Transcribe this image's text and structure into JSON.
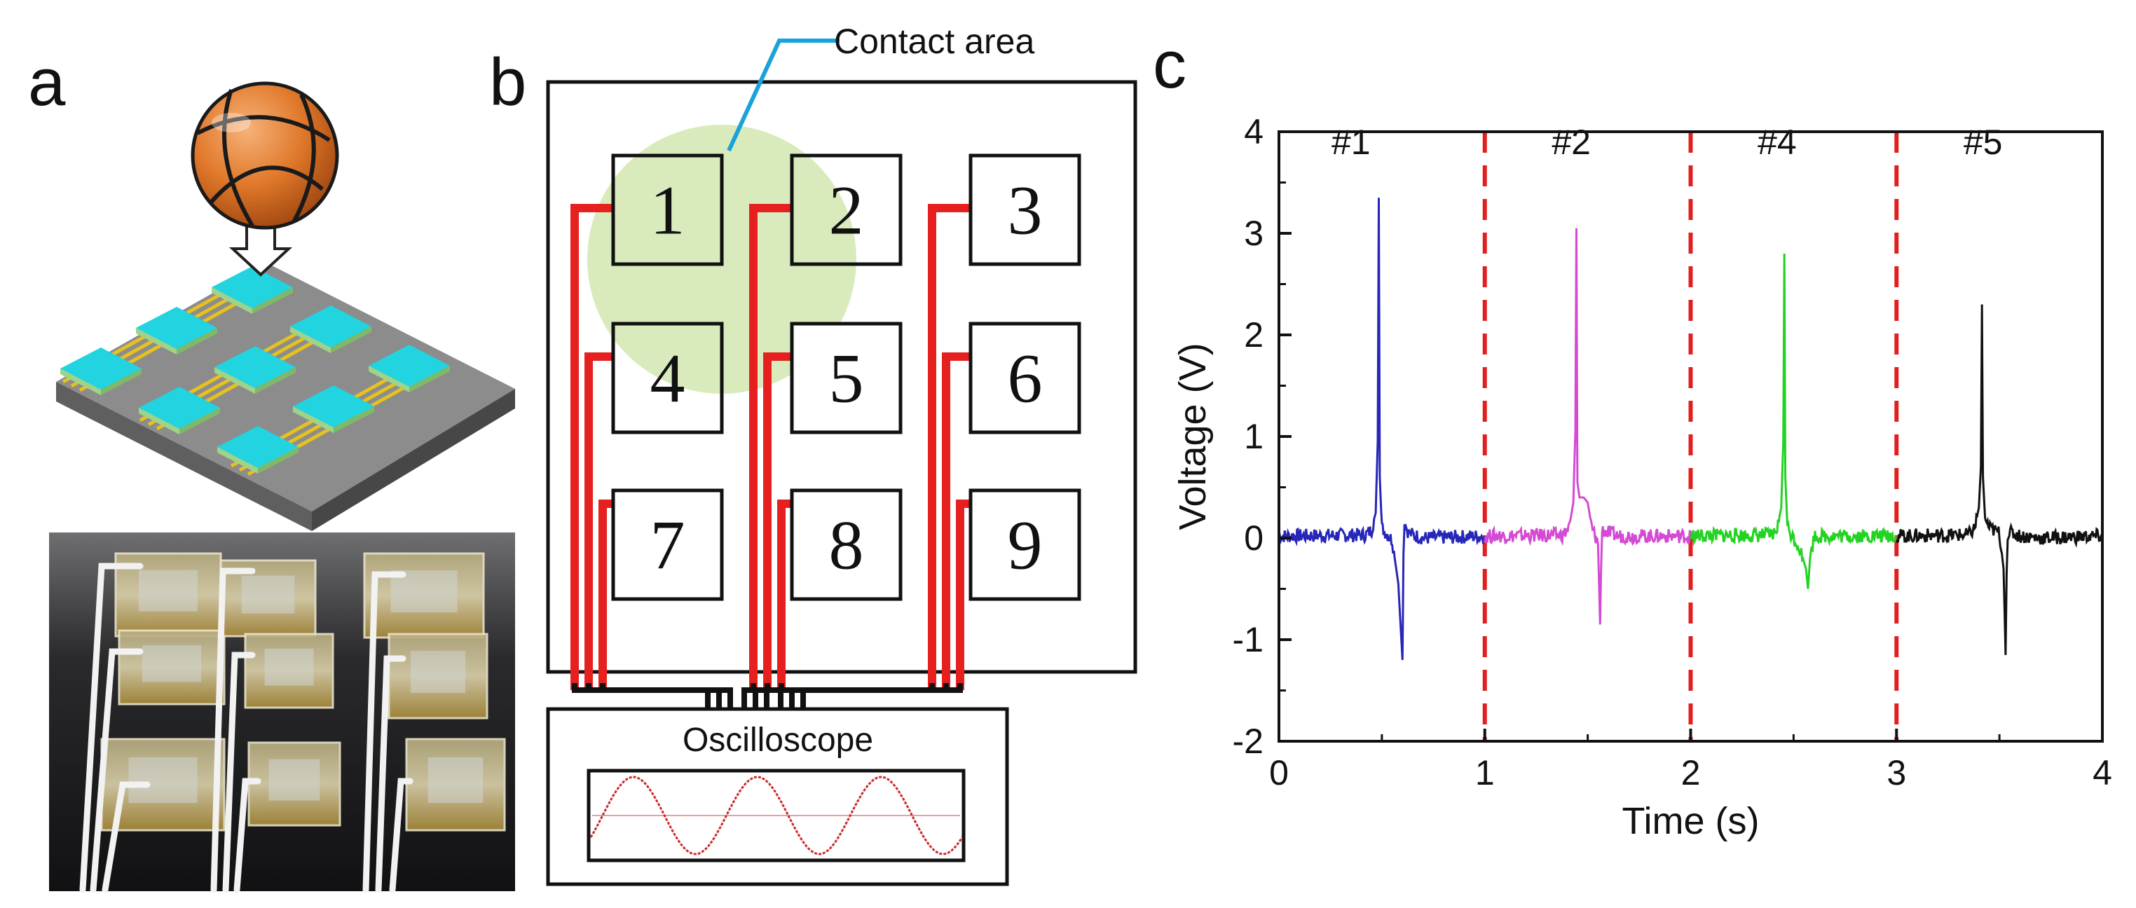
{
  "panels": {
    "a": {
      "letter": "a",
      "pad_labels": []
    },
    "b": {
      "letter": "b",
      "contact_label": "Contact area",
      "cells": [
        "1",
        "2",
        "3",
        "4",
        "5",
        "6",
        "7",
        "8",
        "9"
      ],
      "oscilloscope_label": "Oscilloscope"
    },
    "c": {
      "letter": "c"
    }
  },
  "colors": {
    "wire": "#e5201f",
    "contact_area": "#d9ebbd",
    "callout_line": "#1aa3d9",
    "pad": "#22d3e0",
    "pad_edge": "#9fd38a",
    "substrate": "#8a8a8a",
    "trace": "#e6c21e",
    "ball": "#e0782a",
    "divider": "#e02020",
    "series_1": "#2626b8",
    "series_2": "#d44ad4",
    "series_4": "#22d322",
    "series_5": "#111111",
    "sine": "#cc2b2b"
  },
  "chart_data": {
    "type": "line",
    "title": "",
    "xlabel": "Time (s)",
    "ylabel": "Voltage (V)",
    "xlim": [
      0,
      4
    ],
    "ylim": [
      -2,
      4
    ],
    "xticks": [
      0,
      1,
      2,
      3,
      4
    ],
    "yticks": [
      -2,
      -1,
      0,
      1,
      2,
      3,
      4
    ],
    "grid": false,
    "legend": "none",
    "dividers_x": [
      1,
      2,
      3
    ],
    "segment_labels": [
      {
        "text": "#1",
        "x": 0.35,
        "y": 3.78
      },
      {
        "text": "#2",
        "x": 1.42,
        "y": 3.78
      },
      {
        "text": "#4",
        "x": 2.42,
        "y": 3.78
      },
      {
        "text": "#5",
        "x": 3.42,
        "y": 3.78
      }
    ],
    "series": [
      {
        "color": "#2626b8",
        "x": [
          0.0,
          0.42,
          0.45,
          0.47,
          0.48,
          0.485,
          0.49,
          0.5,
          0.52,
          0.55,
          0.58,
          0.6,
          0.605,
          0.61,
          0.63,
          0.67,
          0.7,
          1.0
        ],
        "y": [
          0.02,
          0.03,
          0.08,
          0.25,
          0.95,
          3.35,
          0.6,
          0.1,
          0.05,
          -0.02,
          -0.45,
          -1.2,
          -0.1,
          0.15,
          0.05,
          0.02,
          0.0,
          0.02
        ]
      },
      {
        "color": "#d44ad4",
        "x": [
          1.0,
          1.38,
          1.41,
          1.43,
          1.44,
          1.445,
          1.45,
          1.46,
          1.48,
          1.5,
          1.52,
          1.55,
          1.56,
          1.565,
          1.57,
          1.6,
          1.65,
          2.0
        ],
        "y": [
          0.02,
          0.03,
          0.1,
          0.35,
          1.05,
          3.05,
          0.55,
          0.4,
          0.4,
          0.35,
          0.1,
          -0.05,
          -0.85,
          -0.3,
          0.08,
          0.05,
          0.02,
          0.02
        ]
      },
      {
        "color": "#22d322",
        "x": [
          2.0,
          2.4,
          2.42,
          2.44,
          2.45,
          2.455,
          2.46,
          2.47,
          2.5,
          2.53,
          2.56,
          2.57,
          2.58,
          2.6,
          2.65,
          3.0
        ],
        "y": [
          0.02,
          0.03,
          0.1,
          0.3,
          0.95,
          2.8,
          0.6,
          0.1,
          0.0,
          -0.1,
          -0.3,
          -0.5,
          -0.2,
          0.02,
          0.02,
          0.02
        ]
      },
      {
        "color": "#111111",
        "x": [
          3.0,
          3.35,
          3.38,
          3.4,
          3.41,
          3.415,
          3.42,
          3.43,
          3.45,
          3.5,
          3.52,
          3.53,
          3.535,
          3.54,
          3.56,
          3.6,
          3.7,
          4.0
        ],
        "y": [
          0.02,
          0.03,
          0.1,
          0.3,
          0.7,
          2.3,
          0.6,
          0.2,
          0.1,
          0.05,
          -0.3,
          -1.15,
          -0.35,
          0.05,
          0.05,
          0.02,
          0.0,
          0.02
        ]
      }
    ]
  }
}
